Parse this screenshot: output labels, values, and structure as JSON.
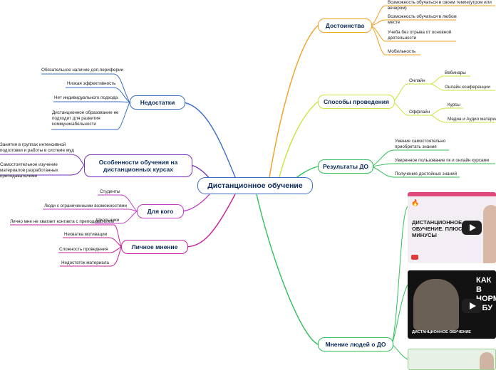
{
  "central": "Дистанционное обучение",
  "branches": {
    "advantages": {
      "title": "Достоинства",
      "items": [
        "Возможность обучаться в своем темпе(утром или вечером)",
        "Возможность обучаться в любом месте",
        "Учеба без отрыва от основной деятельности",
        "Мобильность"
      ]
    },
    "methods": {
      "title": "Способы проведения",
      "online": {
        "label": "Онлайн",
        "items": [
          "Вебинары",
          "Онлайн конференции"
        ]
      },
      "offline": {
        "label": "Оффлайн",
        "items": [
          "Курсы",
          "Медиа и Аудио материалы"
        ]
      }
    },
    "results": {
      "title": "Результаты ДО",
      "items": [
        "Умение самостоятельно приобретать знания",
        "Уверенное пользование пк и онлайн курсами",
        "Получение достойных знаний"
      ]
    },
    "people_opinion": {
      "title": "Мнение людей о ДО"
    },
    "disadvantages": {
      "title": "Недостатки",
      "items": [
        "Обязательное наличие доп.периферии",
        "Низкая эффективность",
        "Нет индивидуального подхода",
        "Дистанционное образование не подходит для развития коммуникабельности"
      ]
    },
    "features": {
      "title": "Особенности обучения на дистанционных курсах",
      "items": [
        "Занятия в группах интенсивной подготовки и работы в системе муд",
        "Самостоятельное изучение материалов разработанных преподавателями"
      ]
    },
    "audience": {
      "title": "Для кого",
      "items": [
        "Студенты",
        "Люди с ограниченными возможностями",
        "Школьники"
      ]
    },
    "personal": {
      "title": "Личное мнение",
      "items": [
        "Лично мне не хватает контакта с преподавателем",
        "Нехватка мотивации",
        "Сложность проведения",
        "Недостаток материала"
      ]
    }
  },
  "videos": [
    {
      "title": "ДИСТАНЦИОННОЕ ОБУЧЕНИЕ. ПЛЮСЫ И МИНУСЫ"
    },
    {
      "title": "КАК В НОРМ ОБУ",
      "caption": "ДИСТАНЦИОННОЕ ОБУЧЕНИЕ"
    }
  ],
  "colors": {
    "central": "#3b6dc7",
    "advantages": "#f0a020",
    "methods": "#c8e63c",
    "results": "#2fc05a",
    "people_opinion": "#2fc05a",
    "disadvantages": "#3b6dc7",
    "features": "#7a2fc0",
    "audience": "#c23cc8",
    "personal": "#c8209a"
  }
}
